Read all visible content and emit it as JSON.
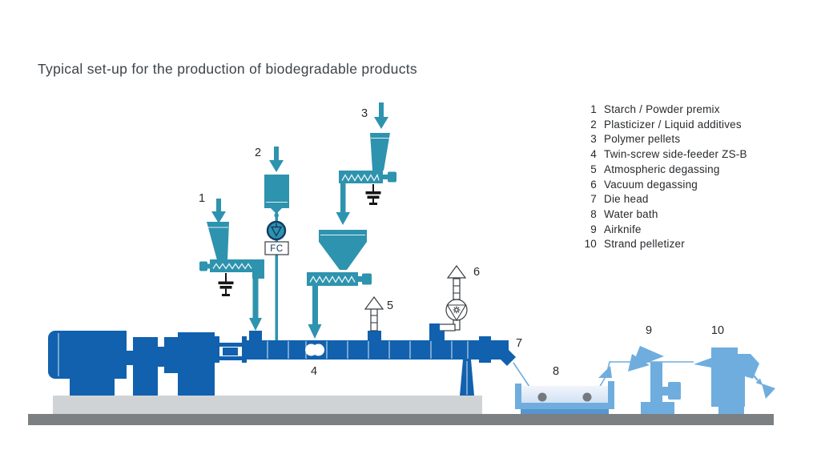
{
  "title": "Typical set-up for the production of biodegradable products",
  "legend": {
    "items": [
      {
        "num": "1",
        "label": "Starch / Powder premix"
      },
      {
        "num": "2",
        "label": "Plasticizer / Liquid additives"
      },
      {
        "num": "3",
        "label": "Polymer pellets"
      },
      {
        "num": "4",
        "label": "Twin-screw side-feeder ZS-B"
      },
      {
        "num": "5",
        "label": "Atmospheric degassing"
      },
      {
        "num": "6",
        "label": "Vacuum degassing"
      },
      {
        "num": "7",
        "label": "Die head"
      },
      {
        "num": "8",
        "label": "Water bath"
      },
      {
        "num": "9",
        "label": "Airknife"
      },
      {
        "num": "10",
        "label": "Strand pelletizer"
      }
    ]
  },
  "diagram": {
    "callouts": [
      "1",
      "2",
      "3",
      "4",
      "5",
      "6",
      "7",
      "8",
      "9",
      "10"
    ],
    "fc_label": "FC"
  },
  "colors": {
    "dark_blue": "#1161ae",
    "teal": "#2e93ae",
    "light_blue": "#6fadde",
    "light_blue_deep": "#5795cf",
    "water_top": "#f2f5fb",
    "water_bottom": "#cddef4",
    "floor_gray": "#7d8082",
    "platform_gray": "#d0d3d6",
    "roller_gray": "#75797d",
    "outline_dark": "#383c40",
    "symbol_navy": "#123a63",
    "text_dark": "#3d4349",
    "label_dark": "#26292c",
    "black": "#151515"
  }
}
